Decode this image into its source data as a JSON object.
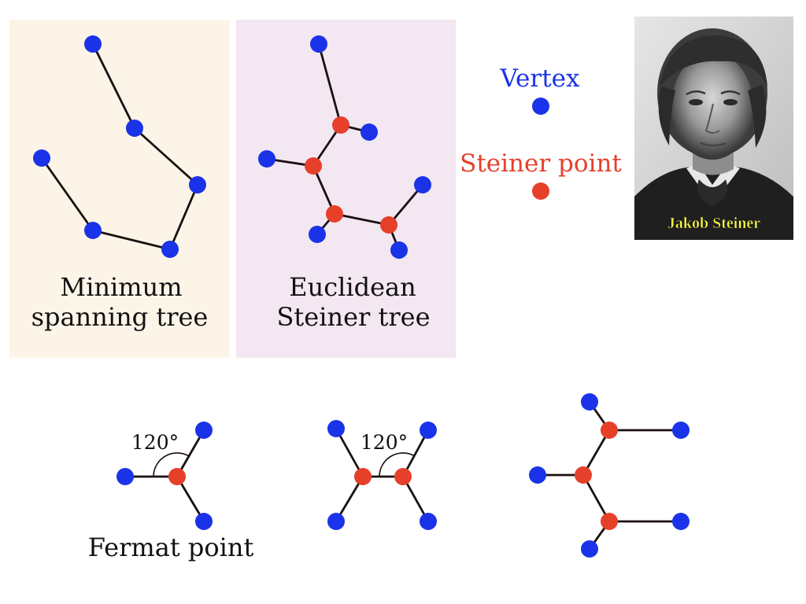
{
  "colors": {
    "vertex": "#1a33e8",
    "steiner": "#e6402a",
    "edge": "#1a1010",
    "mst_panel_bg": "#fdf4e8",
    "est_panel_bg": "#f3e7f1",
    "caption_highlight": "#ffff40"
  },
  "panels": {
    "mst": {
      "title_line1": "Minimum",
      "title_line2": "spanning tree"
    },
    "est": {
      "title_line1": "Euclidean",
      "title_line2": "Steiner tree"
    }
  },
  "legend": {
    "vertex_label": "Vertex",
    "steiner_label": "Steiner point"
  },
  "portrait": {
    "caption": "Jakob Steiner"
  },
  "examples": {
    "fermat_label": "Fermat point",
    "angle_label_1": "120°",
    "angle_label_2": "120°"
  }
}
